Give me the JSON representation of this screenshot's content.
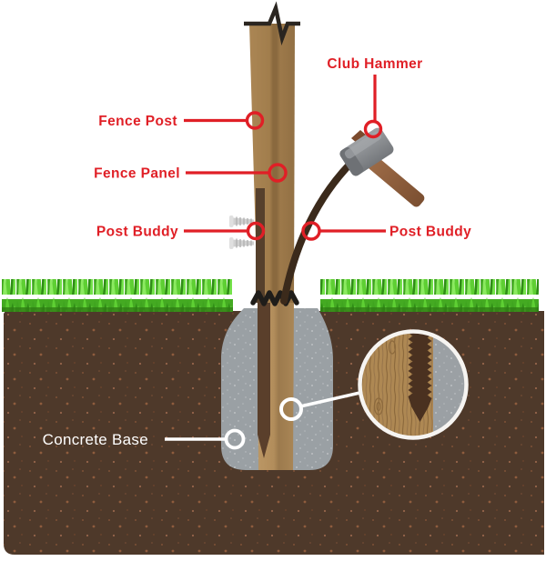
{
  "labels": {
    "club_hammer": "Club Hammer",
    "fence_post": "Fence Post",
    "fence_panel": "Fence Panel",
    "post_buddy_left": "Post Buddy",
    "post_buddy_right": "Post Buddy",
    "concrete_base": "Concrete Base"
  },
  "colors": {
    "accent_red": "#e01f26",
    "label_white": "#ffffff",
    "soil_brown": "#4e392a",
    "grass_green": "#4cb52a",
    "concrete_gray": "#9aa0a4",
    "post_wood": "#9e7a49",
    "panel_wood_dark": "#56402c",
    "hammer_head_gray": "#8b8e91",
    "hammer_handle_brown": "#92633f",
    "swing_arc_brown": "#3b2a1b",
    "spike_dark_brown": "#4a3120",
    "break_mark_dark": "#2a2520"
  }
}
